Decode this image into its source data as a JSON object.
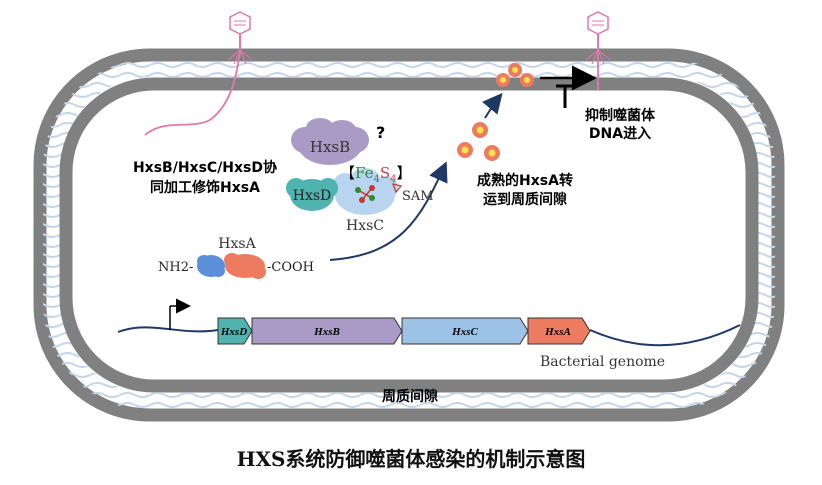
{
  "caption": "HXS系统防御噬菌体感染的机制示意图",
  "labels": {
    "mechanism_line1": "HxsB/HxsC/HxsD协",
    "mechanism_line2": "同加工修饰HxsA",
    "question_mark": "?",
    "fes_bracket_open": "【",
    "fes_fe": "Fe",
    "fes_sub4a": "4",
    "fes_s": "S",
    "fes_sub4b": "4",
    "fes_bracket_close": "】",
    "sam": "SAM",
    "hxsb_protein": "HxsB",
    "hxsd_protein": "HxsD",
    "hxsc_protein": "HxsC",
    "hxsa_protein": "HxsA",
    "nh2": "NH2-",
    "cooh": "-COOH",
    "transport_line1": "成熟的HxsA转",
    "transport_line2": "运到周质间隙",
    "block_line1": "抑制噬菌体",
    "block_line2": "DNA进入",
    "periplasm": "周质间隙",
    "genome": "Bacterial genome"
  },
  "genes": [
    {
      "name": "HxsD",
      "color": "#4fb3b0"
    },
    {
      "name": "HxsB",
      "color": "#a99bc6"
    },
    {
      "name": "HxsC",
      "color": "#9cc3e6"
    },
    {
      "name": "HxsA",
      "color": "#ec7b60"
    }
  ],
  "colors": {
    "membrane": "#808080",
    "periplasm_fill": "#dbe6f2",
    "phage": "#e07aa8",
    "hxsb": "#a99bc6",
    "hxsd": "#4fb3b0",
    "hxsc": "#b8d4f0",
    "hxsa_n": "#5b8fd9",
    "hxsa_c": "#ec7b60",
    "arrow": "#1f3864",
    "fe": "#2e8b2e",
    "s": "#d04040"
  }
}
